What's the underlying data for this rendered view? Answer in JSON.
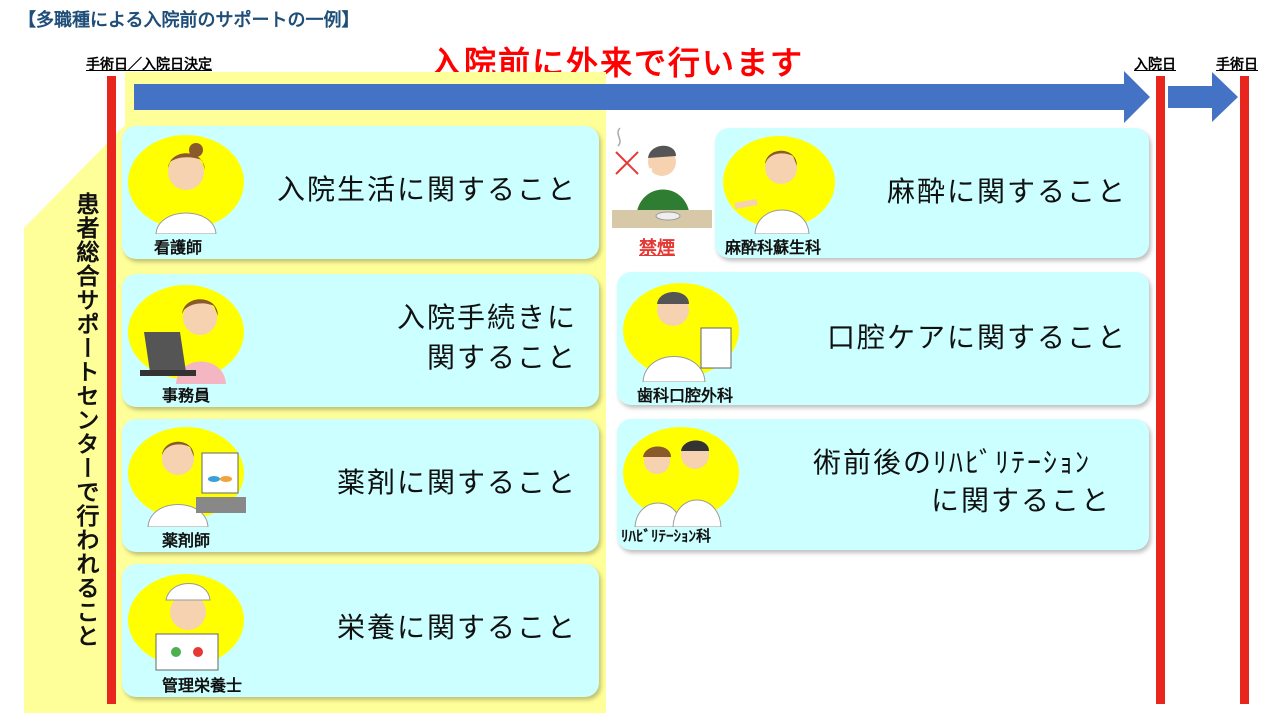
{
  "title": "【多職種による入院前のサポートの一例】",
  "timeline": {
    "start_label": "手術日／入院日決定",
    "headline": "入院前に外来で行います",
    "admission_label": "入院日",
    "surgery_label": "手術日"
  },
  "center": {
    "label": "患者総合サポートセンターで行われること"
  },
  "left_panels": [
    {
      "role": "看護師",
      "text": "入院生活に関すること"
    },
    {
      "role": "事務員",
      "text_line1": "入院手続きに",
      "text_line2": "関すること"
    },
    {
      "role": "薬剤師",
      "text": "薬剤に関すること"
    },
    {
      "role": "管理栄養士",
      "text": "栄養に関すること"
    }
  ],
  "smoking": {
    "label": "禁煙"
  },
  "right_panels": [
    {
      "role": "麻酔科蘇生科",
      "text": "麻酔に関すること"
    },
    {
      "role": "歯科口腔外科",
      "text": "口腔ケアに関すること"
    },
    {
      "role": "ﾘﾊﾋﾞﾘﾃｰｼｮﾝ科",
      "text_line1": "術前後のﾘﾊﾋﾞﾘﾃｰｼｮﾝ",
      "text_line2": "に関すること"
    }
  ],
  "colors": {
    "panel": "#ccffff",
    "highlight": "#ffff99",
    "arrow": "#4472c4",
    "accent_red": "#ff0000",
    "avatar_circle": "#ffff00"
  }
}
